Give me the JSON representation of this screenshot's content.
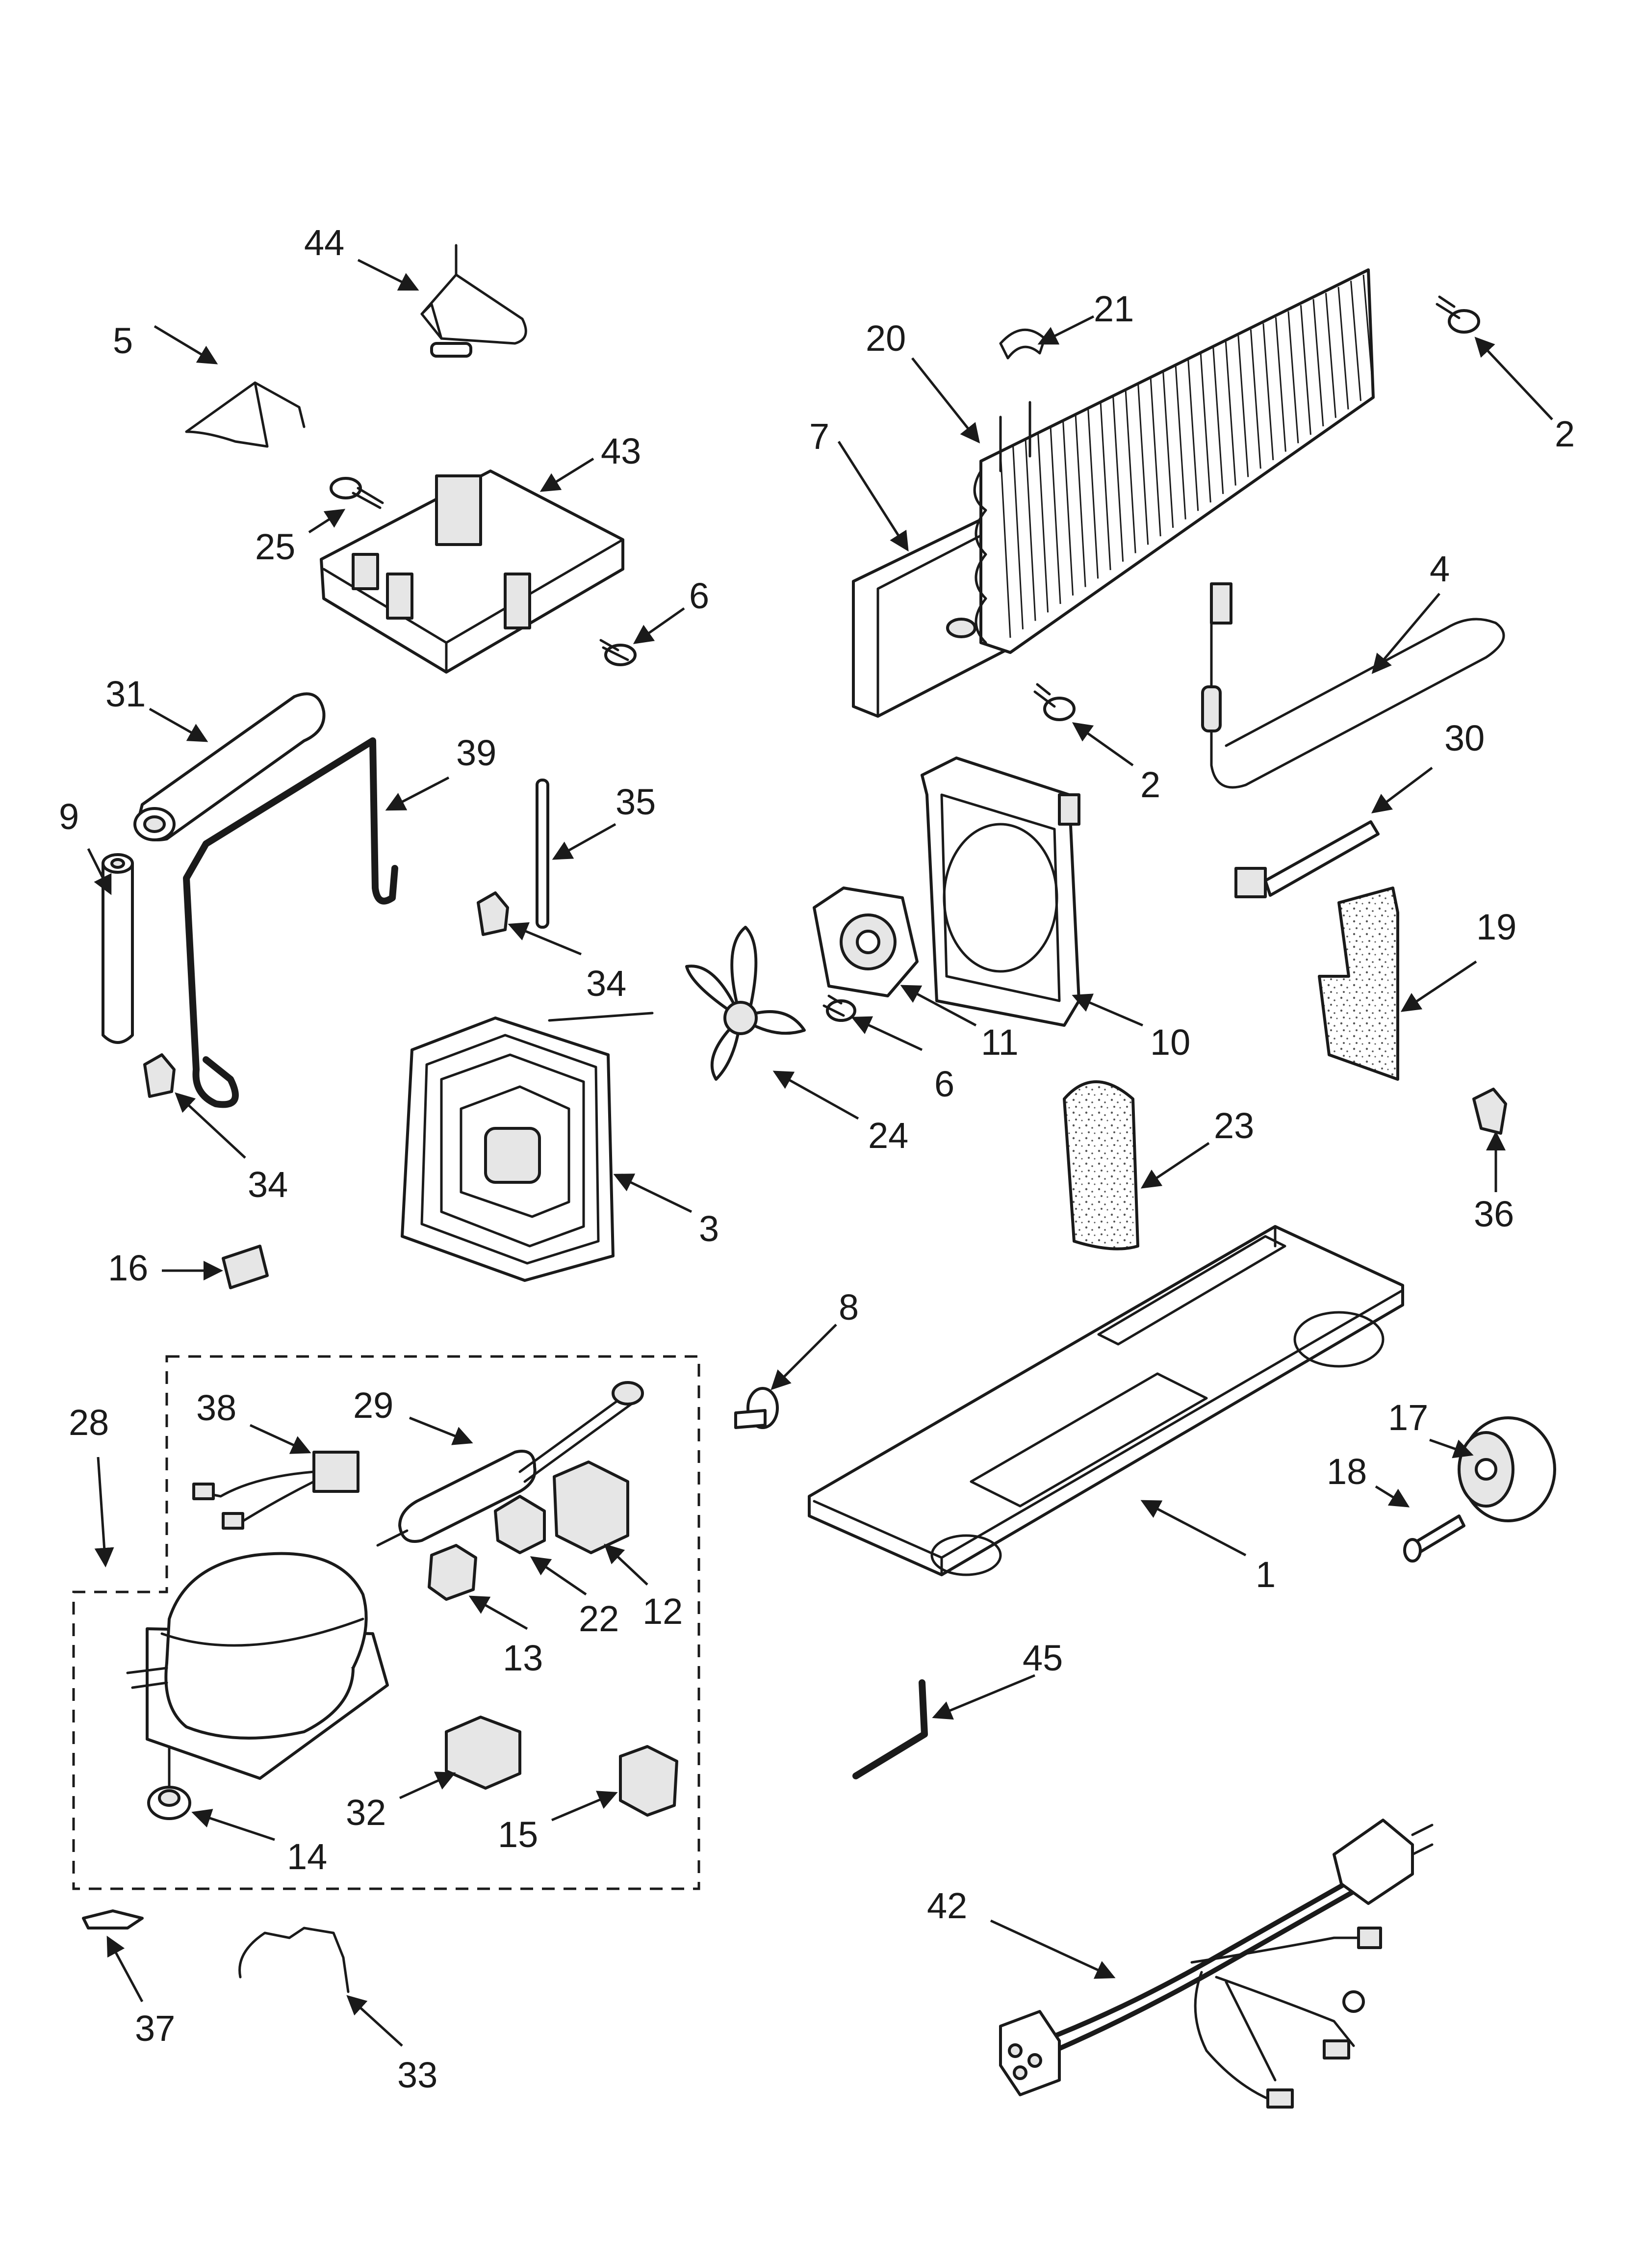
{
  "callouts": {
    "c1": "1",
    "c2a": "2",
    "c2b": "2",
    "c3": "3",
    "c4": "4",
    "c5": "5",
    "c6a": "6",
    "c6b": "6",
    "c7": "7",
    "c8": "8",
    "c9": "9",
    "c10": "10",
    "c11": "11",
    "c12": "12",
    "c13": "13",
    "c14": "14",
    "c15": "15",
    "c16": "16",
    "c17": "17",
    "c18": "18",
    "c19": "19",
    "c20": "20",
    "c21": "21",
    "c22": "22",
    "c23": "23",
    "c24": "24",
    "c25": "25",
    "c28": "28",
    "c29": "29",
    "c30": "30",
    "c31": "31",
    "c32": "32",
    "c33": "33",
    "c34a": "34",
    "c34b": "34",
    "c35": "35",
    "c36": "36",
    "c37": "37",
    "c38": "38",
    "c39": "39",
    "c42": "42",
    "c43": "43",
    "c44": "44",
    "c45": "45"
  }
}
